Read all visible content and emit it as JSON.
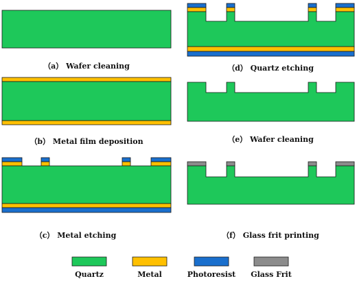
{
  "colors": {
    "quartz": "#1ec85a",
    "metal": "#ffc000",
    "photoresist": "#1a6fcd",
    "glass_frit": "#8c8c8c",
    "outline": "#1a1a1a"
  },
  "steps": [
    {
      "id": "a",
      "caption": "（a） Wafer cleaning"
    },
    {
      "id": "b",
      "caption": "（b） Metal film deposition"
    },
    {
      "id": "c",
      "caption": "（c） Metal etching"
    },
    {
      "id": "d",
      "caption": "（d） Quartz etching"
    },
    {
      "id": "e",
      "caption": "（e） Wafer cleaning"
    },
    {
      "id": "f",
      "caption": "（f） Glass frit printing"
    }
  ],
  "legend": [
    {
      "key": "quartz",
      "label": "Quartz"
    },
    {
      "key": "metal",
      "label": "Metal"
    },
    {
      "key": "photoresist",
      "label": "Photoresist"
    },
    {
      "key": "glass_frit",
      "label": "Glass Frit"
    }
  ]
}
